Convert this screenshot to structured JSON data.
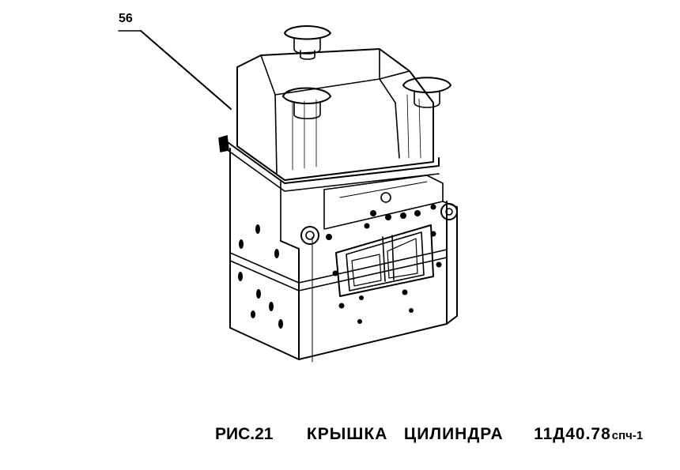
{
  "callout": {
    "label": "56"
  },
  "caption": {
    "figure": "РИС.21",
    "title": "КРЫШКА   ЦИЛИНДРА",
    "code": "11Д40.78",
    "suffix": "спч-1"
  },
  "colors": {
    "ink": "#000000",
    "paper": "#ffffff"
  }
}
